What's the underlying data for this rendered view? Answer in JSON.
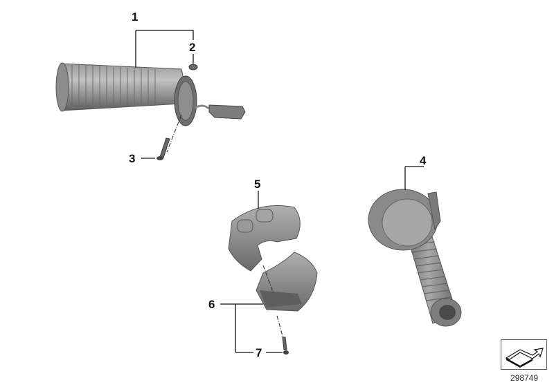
{
  "diagram": {
    "type": "exploded-parts-diagram",
    "subject": "Handlebar grips (heated grip with switch housing)",
    "callouts": [
      {
        "id": "1",
        "label": "1",
        "part": "heated grip, right"
      },
      {
        "id": "2",
        "label": "2",
        "part": "cap / plug"
      },
      {
        "id": "3",
        "label": "3",
        "part": "screw"
      },
      {
        "id": "4",
        "label": "4",
        "part": "grip, left"
      },
      {
        "id": "5",
        "label": "5",
        "part": "switch housing, upper"
      },
      {
        "id": "6",
        "label": "6",
        "part": "switch housing, lower"
      },
      {
        "id": "7",
        "label": "7",
        "part": "screw"
      }
    ],
    "image_number": "298749",
    "colors": {
      "part_gray": "#8a8a8a",
      "part_dark": "#5a5a5a",
      "part_light": "#b4b4b4",
      "leader_line": "#111111"
    }
  }
}
